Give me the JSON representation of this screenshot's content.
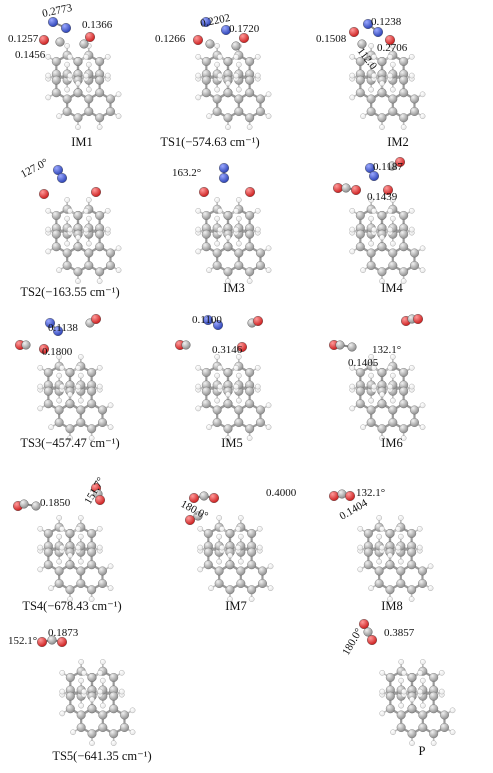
{
  "panels": [
    {
      "caption": "IM1",
      "annotations": [
        "0.1257",
        "0.2773",
        "0.1366",
        "0.1456"
      ]
    },
    {
      "caption": "TS1(−574.63 cm⁻¹)",
      "annotations": [
        "0.1266",
        "0.2202",
        "0.1720"
      ]
    },
    {
      "caption": "IM2",
      "annotations": [
        "0.1508",
        "0.1238",
        "112.0",
        "0.2706"
      ]
    },
    {
      "caption": "TS2(−163.55 cm⁻¹)",
      "annotations": [
        "127.0°"
      ]
    },
    {
      "caption": "IM3",
      "annotations": [
        "163.2°"
      ]
    },
    {
      "caption": "IM4",
      "annotations": [
        "0.1187",
        "0.1439"
      ]
    },
    {
      "caption": "TS3(−457.47 cm⁻¹)",
      "annotations": [
        "0.1138",
        "0.1800"
      ]
    },
    {
      "caption": "IM5",
      "annotations": [
        "0.1100",
        "0.3146"
      ]
    },
    {
      "caption": "IM6",
      "annotations": [
        "132.1°",
        "0.1405"
      ]
    },
    {
      "caption": "TS4(−678.43 cm⁻¹)",
      "annotations": [
        "0.1850",
        "151.7°"
      ]
    },
    {
      "caption": "IM7",
      "annotations": [
        "180.0°",
        "0.4000"
      ]
    },
    {
      "caption": "IM8",
      "annotations": [
        "0.1404",
        "132.1°"
      ]
    },
    {
      "caption": "TS5(−641.35 cm⁻¹)",
      "annotations": [
        "152.1°",
        "0.1873"
      ]
    },
    {
      "caption": "P",
      "annotations": [
        "0.3857",
        "180.0°"
      ]
    }
  ],
  "atom_colors": {
    "carbon": "#8f8f8f",
    "hydrogen": "#e6e6e6",
    "oxygen": "#cc1f1f",
    "nitrogen": "#2d43b5"
  }
}
